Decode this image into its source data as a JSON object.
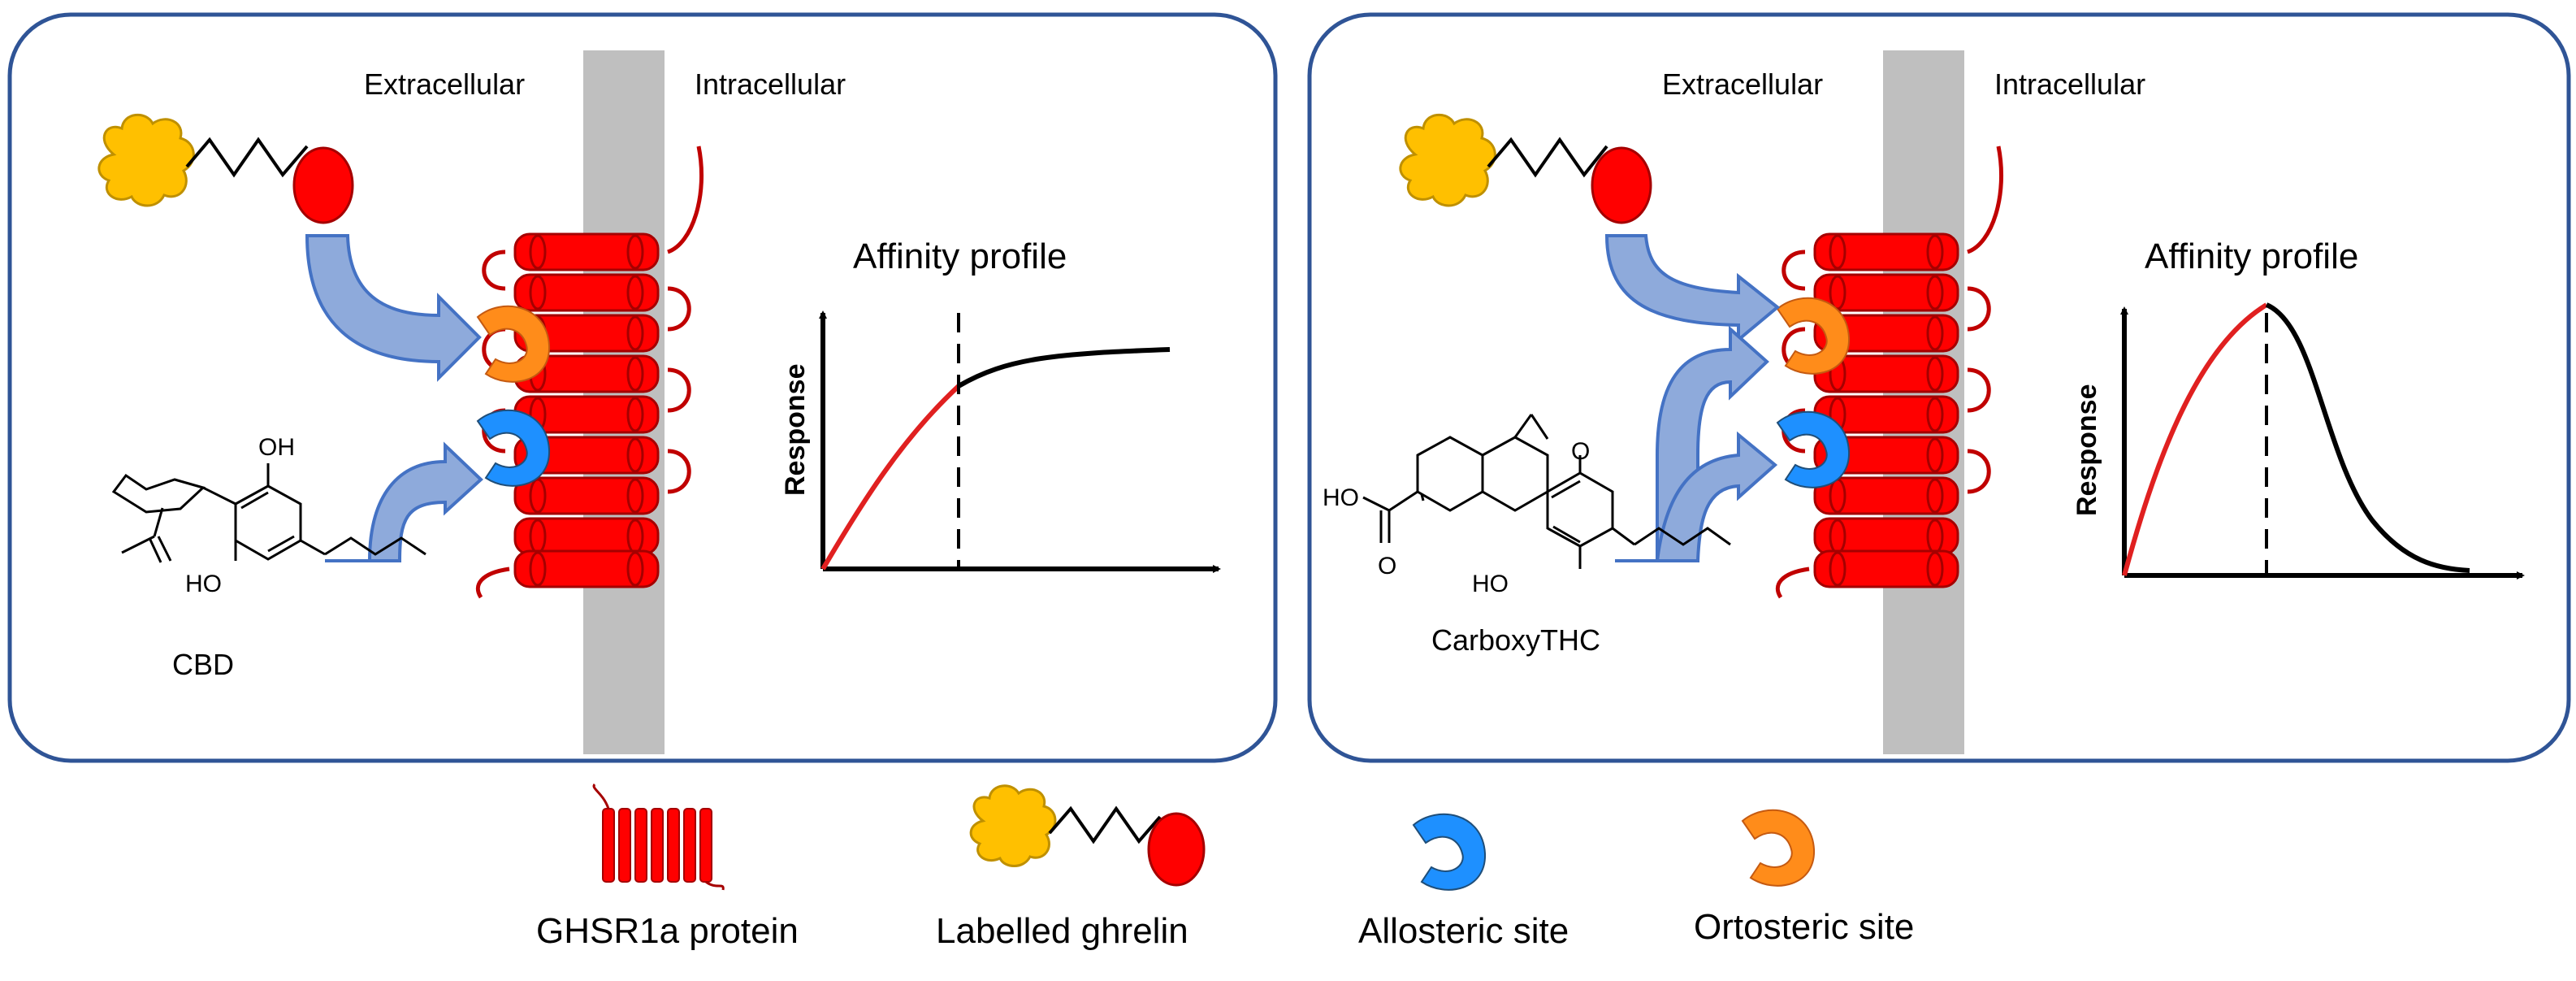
{
  "colors": {
    "panel_border": "#2f5496",
    "membrane": "#bfbfbf",
    "receptor": "#ff0000",
    "receptor_outline": "#a50000",
    "ghrelin_label": "#ffc000",
    "ghrelin_label_outline": "#bf9000",
    "arrow_fill": "#8eaadb",
    "arrow_outline": "#4472c4",
    "allosteric_site": "#1e90ff",
    "orthosteric_site": "#ff8c1a",
    "curve_initial": "#e02020",
    "curve_later": "#000000"
  },
  "icons": {
    "receptor": "seven-helix-receptor-icon",
    "ghrelin": "labelled-ghrelin-icon",
    "allosteric": "allosteric-site-icon",
    "orthosteric": "orthosteric-site-icon"
  },
  "panels": [
    {
      "extracellular_label": "Extracellular",
      "intracellular_label": "Intracellular",
      "ligand_name": "CBD",
      "affinity_title": "Affinity profile",
      "ylabel": "Response",
      "chem_labels": [
        "OH",
        "HO"
      ]
    },
    {
      "extracellular_label": "Extracellular",
      "intracellular_label": "Intracellular",
      "ligand_name": "CarboxyTHC",
      "affinity_title": "Affinity profile",
      "ylabel": "Response",
      "chem_labels": [
        "O",
        "HO",
        "O",
        "HO"
      ]
    }
  ],
  "legend": {
    "receptor": "GHSR1a protein",
    "ghrelin": "Labelled ghrelin",
    "allosteric": "Allosteric site",
    "orthosteric": "Ortosteric site"
  }
}
